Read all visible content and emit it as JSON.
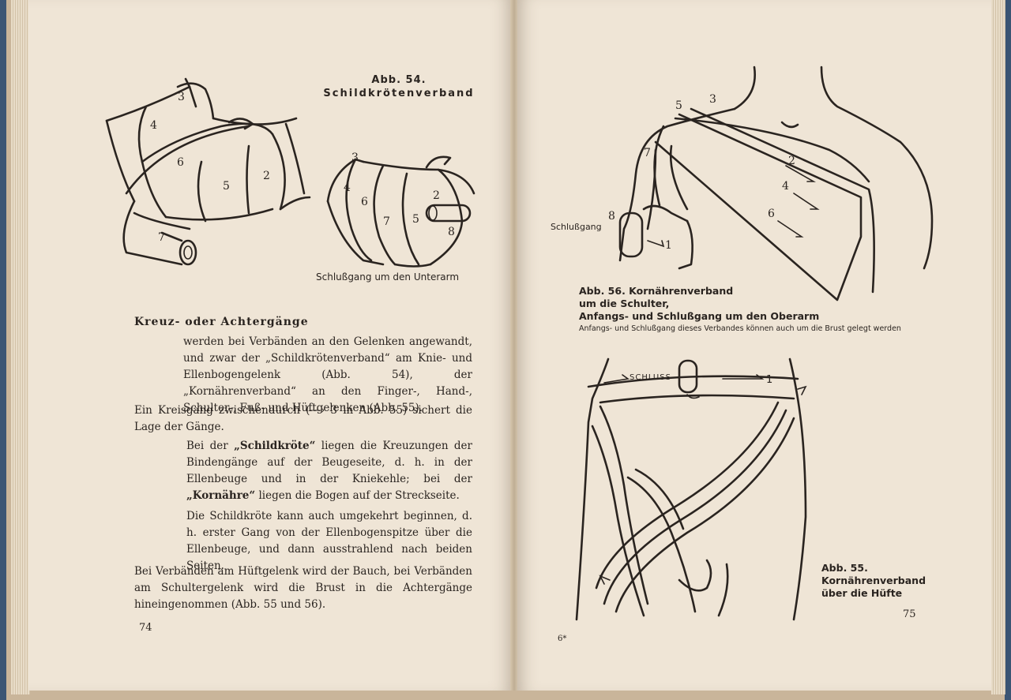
{
  "left_page": {
    "fig54": {
      "title_line1": "Abb. 54.",
      "title_line2": "Schildkrötenverband",
      "caption": "Schlußgang um den Unterarm",
      "labels_a": [
        "3",
        "4",
        "6",
        "5",
        "2",
        "7"
      ],
      "labels_b": [
        "3",
        "4",
        "6",
        "7",
        "5",
        "2",
        "8"
      ]
    },
    "heading": "Kreuz- oder Achtergänge",
    "para1": "werden bei Verbänden an den Gelenken angewandt, und zwar der „Schildkrötenverband“ am Knie- und Ellenbogengelenk (Abb. 54), der „Kornährenverband“ an den Finger-, Hand-, Schulter-, Fuß- und Hüftgelenken (Abb. 55).",
    "para2": "Ein Kreisgang zwischendurch (—› 3 in Abb. 55) sichert die Lage der Gänge.",
    "para3_pre": "Bei der ",
    "para3_b1": "„Schildkröte“",
    "para3_mid": " liegen die Kreuzungen der Bindengänge auf der Beugeseite, d. h. in der Ellenbeuge und in der Kniekehle; bei der ",
    "para3_b2": "„Kornähre“",
    "para3_post": " liegen die Bogen auf der Streckseite.",
    "para4": "Die Schildkröte kann auch umgekehrt beginnen, d. h. erster Gang von der Ellenbogenspitze über die Ellenbeuge, und dann ausstrahlend nach beiden Seiten.",
    "para5": "Bei Verbänden am Hüftgelenk wird der Bauch, bei Verbänden am Schultergelenk wird die Brust in die Achtergänge hineingenommen (Abb. 55 und 56).",
    "page_number": "74"
  },
  "right_page": {
    "fig56": {
      "label_schlussgang": "Schlußgang",
      "caption_line1": "Abb. 56. Kornährenverband",
      "caption_line2": "um die Schulter,",
      "caption_line3": "Anfangs- und Schlußgang um den Oberarm",
      "note": "Anfangs- und Schlußgang dieses Verbandes können auch um die Brust gelegt werden",
      "labels": [
        "5",
        "3",
        "7",
        "2",
        "4",
        "6",
        "8",
        "1"
      ]
    },
    "fig55": {
      "label_schluss": "SCHLUSS",
      "label_1": "1",
      "caption_line1": "Abb. 55.",
      "caption_line2": "Kornährenverband",
      "caption_line3": "über die Hüfte"
    },
    "signature_mark": "6*",
    "page_number": "75"
  }
}
